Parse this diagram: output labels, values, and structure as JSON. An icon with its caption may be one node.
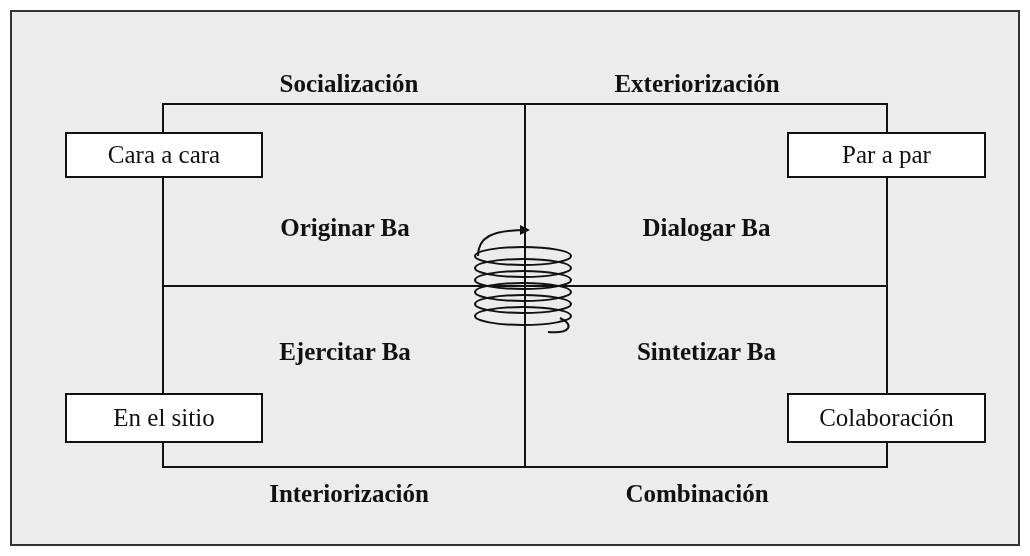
{
  "diagram": {
    "nodes": [
      {
        "text": [
          "Originar Ba"
        ]
      },
      {
        "text": [
          "Dialogar Ba"
        ]
      },
      {
        "text": [
          "Ejercitar Ba"
        ]
      },
      {
        "text": [
          "Sintetizar Ba"
        ]
      },
      {
        "text": [
          "Cara a cara"
        ]
      },
      {
        "text": [
          "Par a par"
        ]
      },
      {
        "text": [
          "En el sitio"
        ]
      },
      {
        "text": [
          "Colaboración"
        ]
      }
    ],
    "edges": [],
    "labels": [
      "Socialización",
      "Exteriorización",
      "Interiorización",
      "Combinación"
    ]
  }
}
